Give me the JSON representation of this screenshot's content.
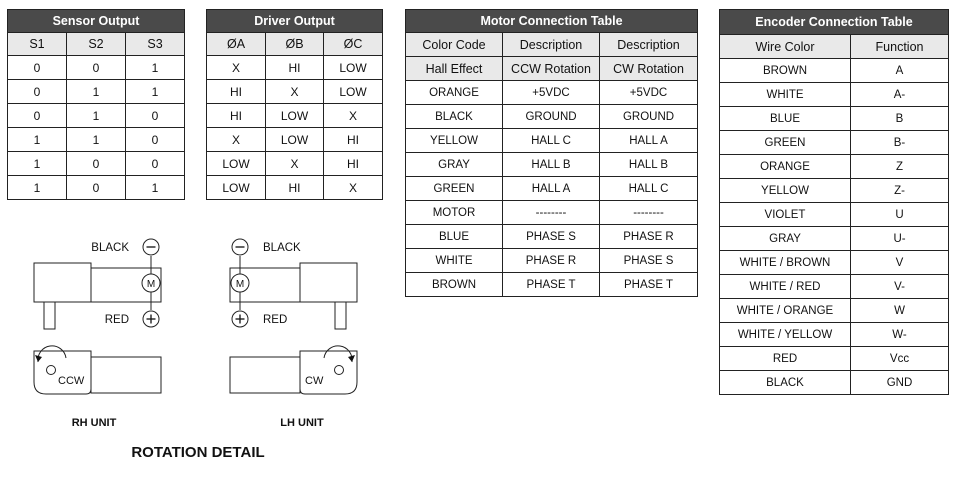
{
  "sensor_output": {
    "title": "Sensor Output",
    "headers": [
      "S1",
      "S2",
      "S3"
    ],
    "rows": [
      [
        "0",
        "0",
        "1"
      ],
      [
        "0",
        "1",
        "1"
      ],
      [
        "0",
        "1",
        "0"
      ],
      [
        "1",
        "1",
        "0"
      ],
      [
        "1",
        "0",
        "0"
      ],
      [
        "1",
        "0",
        "1"
      ]
    ]
  },
  "driver_output": {
    "title": "Driver Output",
    "headers": [
      "ØA",
      "ØB",
      "ØC"
    ],
    "rows": [
      [
        "X",
        "HI",
        "LOW"
      ],
      [
        "HI",
        "X",
        "LOW"
      ],
      [
        "HI",
        "LOW",
        "X"
      ],
      [
        "X",
        "LOW",
        "HI"
      ],
      [
        "LOW",
        "X",
        "HI"
      ],
      [
        "LOW",
        "HI",
        "X"
      ]
    ]
  },
  "motor_table": {
    "title": "Motor Connection Table",
    "headers": [
      "Color Code",
      "Description",
      "Description"
    ],
    "subheaders": [
      "Hall Effect",
      "CCW Rotation",
      "CW Rotation"
    ],
    "rows": [
      [
        "ORANGE",
        "+5VDC",
        "+5VDC"
      ],
      [
        "BLACK",
        "GROUND",
        "GROUND"
      ],
      [
        "YELLOW",
        "HALL C",
        "HALL A"
      ],
      [
        "GRAY",
        "HALL B",
        "HALL B"
      ],
      [
        "GREEN",
        "HALL A",
        "HALL C"
      ],
      [
        "MOTOR",
        "--------",
        "--------"
      ],
      [
        "BLUE",
        "PHASE S",
        "PHASE R"
      ],
      [
        "WHITE",
        "PHASE R",
        "PHASE S"
      ],
      [
        "BROWN",
        "PHASE T",
        "PHASE T"
      ]
    ]
  },
  "encoder_table": {
    "title": "Encoder Connection Table",
    "headers": [
      "Wire Color",
      "Function"
    ],
    "rows": [
      [
        "BROWN",
        "A"
      ],
      [
        "WHITE",
        "A-"
      ],
      [
        "BLUE",
        "B"
      ],
      [
        "GREEN",
        "B-"
      ],
      [
        "ORANGE",
        "Z"
      ],
      [
        "YELLOW",
        "Z-"
      ],
      [
        "VIOLET",
        "U"
      ],
      [
        "GRAY",
        "U-"
      ],
      [
        "WHITE / BROWN",
        "V"
      ],
      [
        "WHITE / RED",
        "V-"
      ],
      [
        "WHITE / ORANGE",
        "W"
      ],
      [
        "WHITE / YELLOW",
        "W-"
      ],
      [
        "RED",
        "Vcc"
      ],
      [
        "BLACK",
        "GND"
      ]
    ]
  },
  "rotation_detail": {
    "title": "ROTATION DETAIL",
    "rh_unit": {
      "label": "RH UNIT",
      "black": "BLACK",
      "red": "RED",
      "motor": "M",
      "minus": "−",
      "plus": "+",
      "direction": "CCW"
    },
    "lh_unit": {
      "label": "LH UNIT",
      "black": "BLACK",
      "red": "RED",
      "motor": "M",
      "minus": "−",
      "plus": "+",
      "direction": "CW"
    }
  }
}
